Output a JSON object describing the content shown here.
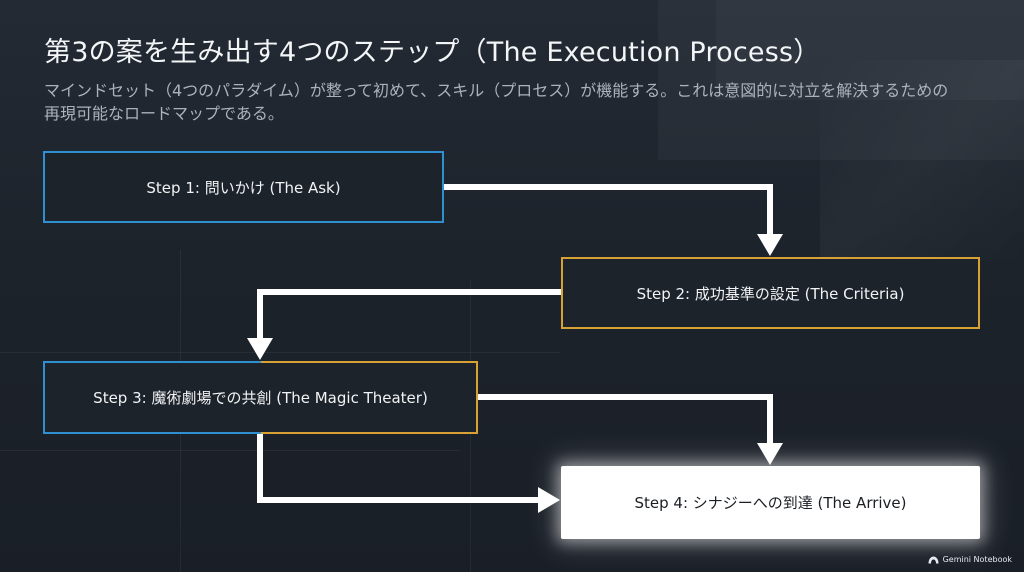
{
  "slide": {
    "title": "第3の案を生み出す4つのステップ（The Execution Process）",
    "subtitle": "マインドセット（4つのパラダイム）が整って初めて、スキル（プロセス）が機能する。これは意図的に対立を解決するための再現可能なロードマップである。"
  },
  "steps": [
    {
      "label": "Step 1: 問いかけ (The Ask)",
      "border_color": "#2f8fd0"
    },
    {
      "label": "Step 2: 成功基準の設定 (The Criteria)",
      "border_color": "#d7a233"
    },
    {
      "label": "Step 3: 魔術劇場での共創 (The Magic Theater)",
      "border_color": "#2f8fd0 / #d7a233"
    },
    {
      "label": "Step 4: シナジーへの到達 (The Arrive)",
      "fill_color": "#ffffff"
    }
  ],
  "connectors": [
    {
      "from": "step-1",
      "to": "step-2"
    },
    {
      "from": "step-2",
      "to": "step-3"
    },
    {
      "from": "step-3",
      "to": "step-4"
    },
    {
      "from": "step-3",
      "to": "step-4"
    }
  ],
  "colors": {
    "background": "#1e242d",
    "blue": "#2f8fd0",
    "gold": "#d7a233",
    "arrow": "#ffffff",
    "title": "#f3f5f7",
    "subtitle": "#aab3bd"
  },
  "branding": {
    "label": "Gemini Notebook",
    "icon": "notebook-flower-icon"
  }
}
